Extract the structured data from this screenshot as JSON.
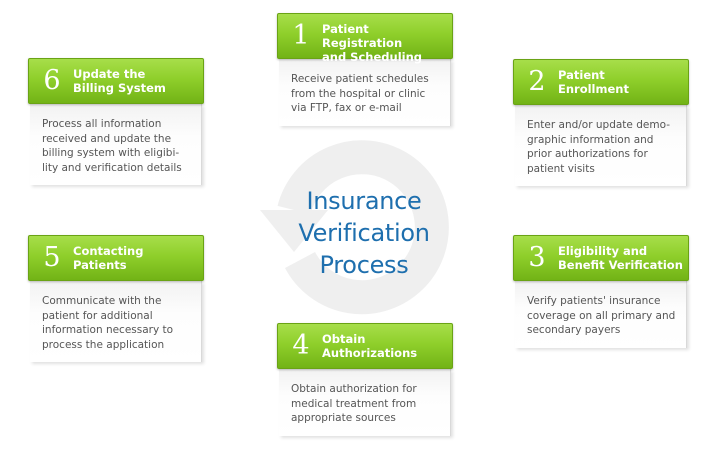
{
  "center_title": [
    "Insurance",
    "Verification",
    "Process"
  ],
  "steps": [
    {
      "number": "1",
      "title": [
        "Patient Registration",
        "and Scheduling"
      ],
      "text": [
        "Receive patient schedules",
        "from the hospital or clinic",
        "via FTP, fax or e-mail"
      ]
    },
    {
      "number": "2",
      "title": [
        "Patient",
        "Enrollment"
      ],
      "text": [
        "Enter and/or update demo-",
        "graphic information and",
        "prior authorizations for",
        "patient visits"
      ]
    },
    {
      "number": "3",
      "title": [
        "Eligibility and",
        "Benefit Verification"
      ],
      "text": [
        "Verify patients' insurance",
        "coverage on all primary and",
        "secondary payers"
      ]
    },
    {
      "number": "4",
      "title": [
        "Obtain",
        "Authorizations"
      ],
      "text": [
        "Obtain authorization for",
        "medical treatment from",
        "appropriate sources"
      ]
    },
    {
      "number": "5",
      "title": [
        "Contacting",
        "Patients"
      ],
      "text": [
        "Communicate with the",
        "patient for additional",
        "information necessary to",
        "process the application"
      ]
    },
    {
      "number": "6",
      "title": [
        "Update the",
        "Billing System"
      ],
      "text": [
        "Process all information",
        "received and update the",
        "billing system with eligibi-",
        "lity and verification details"
      ]
    }
  ],
  "colors": {
    "header_green": "#8fcf2b",
    "title_blue": "#1e6fae",
    "body_text": "#555555",
    "arrow_gray": "#f0f0f0"
  }
}
